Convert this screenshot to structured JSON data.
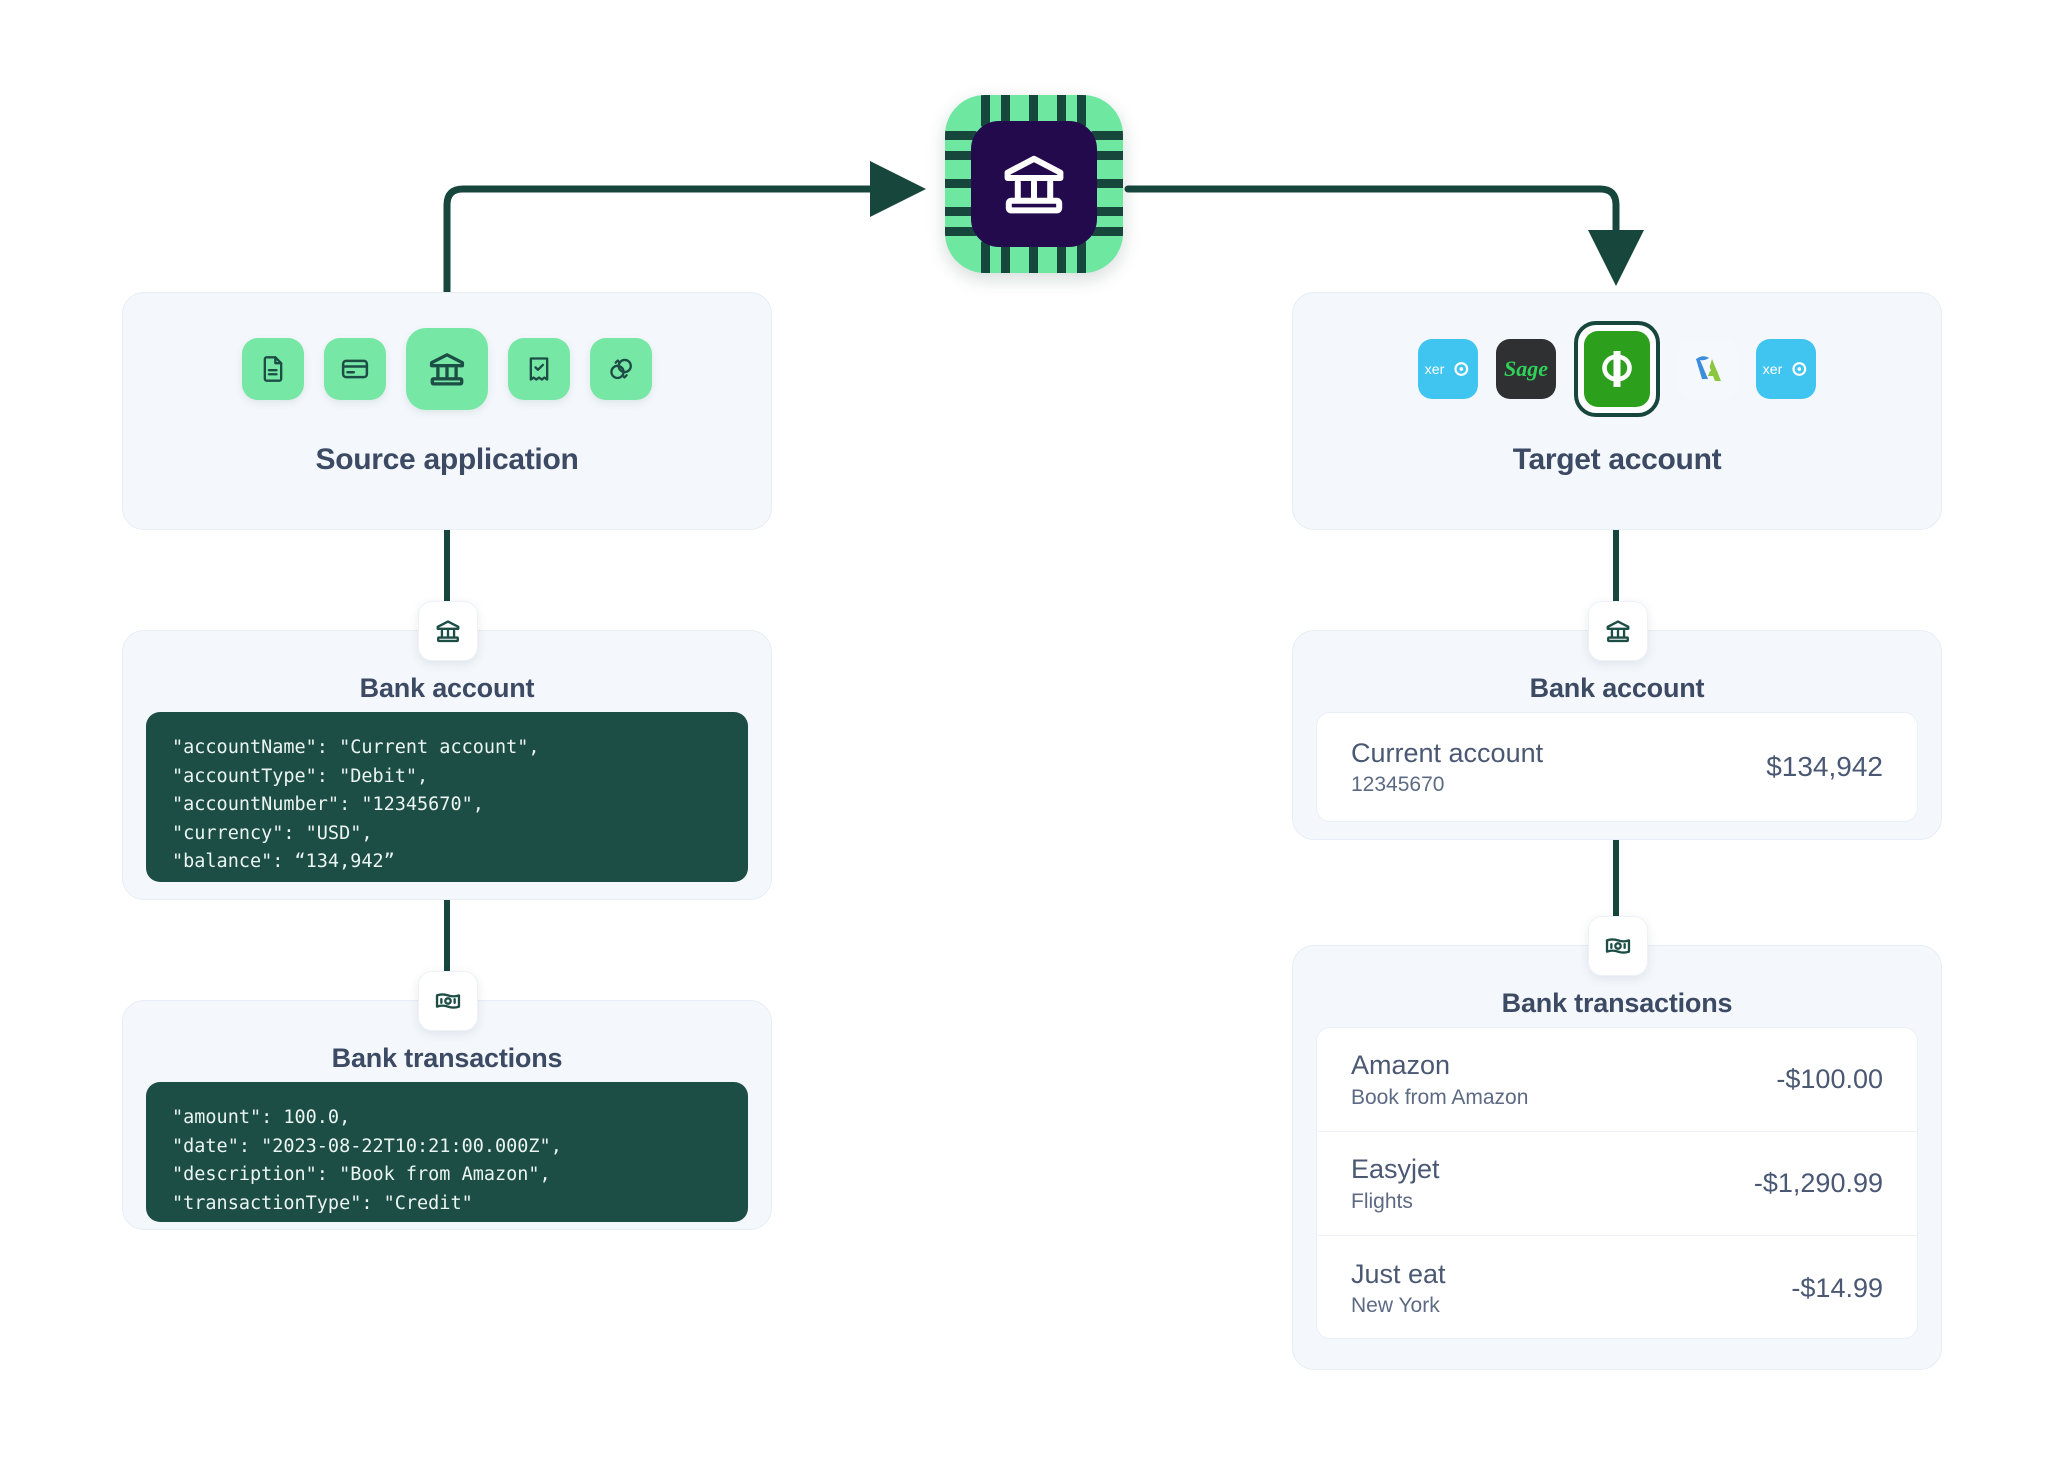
{
  "flow": {
    "hub_icon": "bank-chip-icon",
    "arrow_color": "#17463d"
  },
  "source_panel": {
    "title": "Source application",
    "apps": [
      {
        "name": "document-icon",
        "selected": false
      },
      {
        "name": "credit-card-icon",
        "selected": false
      },
      {
        "name": "bank-icon",
        "selected": true
      },
      {
        "name": "receipt-check-icon",
        "selected": false
      },
      {
        "name": "sync-icon",
        "selected": false
      }
    ],
    "accent": "#77e7a6"
  },
  "target_panel": {
    "title": "Target account",
    "apps": [
      {
        "name": "xero-logo",
        "label": "xero",
        "selected": false
      },
      {
        "name": "sage-logo",
        "label": "Sage",
        "selected": false
      },
      {
        "name": "quickbooks-logo",
        "label": "qb",
        "selected": true
      },
      {
        "name": "freeagent-logo",
        "label": "7A",
        "selected": false
      },
      {
        "name": "xero-logo",
        "label": "xero",
        "selected": false
      }
    ]
  },
  "source_bank_account": {
    "badge_icon": "bank-icon",
    "title": "Bank account",
    "code": "\"accountName\": \"Current account\",\n\"accountType\": \"Debit\",\n\"accountNumber\": \"12345670\",\n\"currency\": \"USD\",\n\"balance\": “134,942”"
  },
  "source_bank_transactions": {
    "badge_icon": "banknote-icon",
    "title": "Bank transactions",
    "code": "\"amount\": 100.0,\n\"date\": \"2023-08-22T10:21:00.000Z\",\n\"description\": \"Book from Amazon\",\n\"transactionType\": \"Credit\""
  },
  "target_bank_account": {
    "badge_icon": "bank-icon",
    "title": "Bank account",
    "account": {
      "name": "Current account",
      "number": "12345670",
      "balance": "$134,942"
    }
  },
  "target_bank_transactions": {
    "badge_icon": "banknote-icon",
    "title": "Bank transactions",
    "rows": [
      {
        "name": "Amazon",
        "description": "Book from Amazon",
        "amount": "-$100.00"
      },
      {
        "name": "Easyjet",
        "description": "Flights",
        "amount": "-$1,290.99"
      },
      {
        "name": "Just eat",
        "description": "New York",
        "amount": "-$14.99"
      }
    ]
  },
  "colors": {
    "panel_bg": "#f4f8fc",
    "code_bg": "#1d4e46",
    "line": "#17463d",
    "green": "#77e7a6",
    "chip_core": "#230a4d",
    "text": "#3d4a63"
  }
}
